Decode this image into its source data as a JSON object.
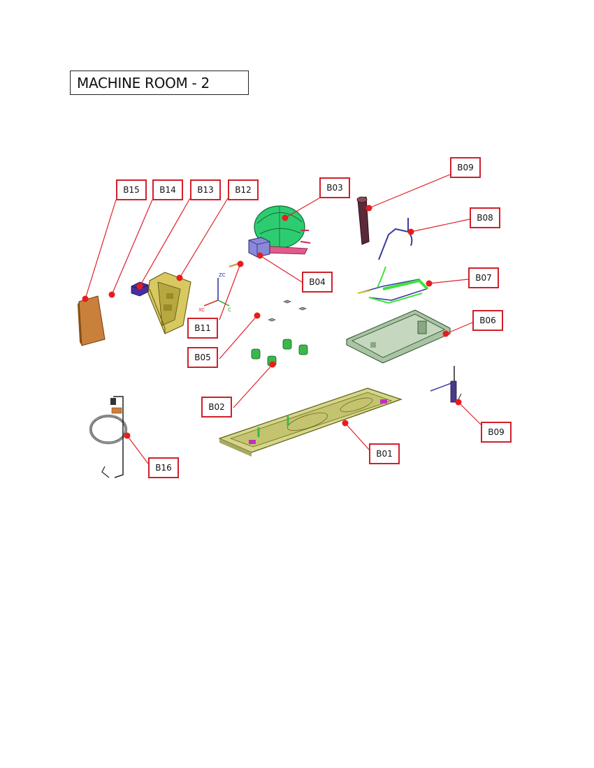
{
  "title": "MACHINE ROOM - 2",
  "colors": {
    "leader": "#e0202a",
    "box_border": "#d0202a",
    "compressor": "#2ecc71",
    "base_tray": "#d6d68a",
    "drain_tray": "#9fb89a",
    "plate": "#c9803a",
    "electrical_box": "#d8c860",
    "tube_blue": "#3a3aa0",
    "tube_green": "#3ee23e"
  },
  "callouts": [
    {
      "id": "b15",
      "label": "B15"
    },
    {
      "id": "b14",
      "label": "B14"
    },
    {
      "id": "b13",
      "label": "B13"
    },
    {
      "id": "b12",
      "label": "B12"
    },
    {
      "id": "b03",
      "label": "B03"
    },
    {
      "id": "b09a",
      "label": "B09"
    },
    {
      "id": "b08",
      "label": "B08"
    },
    {
      "id": "b04",
      "label": "B04"
    },
    {
      "id": "b07",
      "label": "B07"
    },
    {
      "id": "b06",
      "label": "B06"
    },
    {
      "id": "b11",
      "label": "B11"
    },
    {
      "id": "b05",
      "label": "B05"
    },
    {
      "id": "b02",
      "label": "B02"
    },
    {
      "id": "b09b",
      "label": "B09"
    },
    {
      "id": "b01",
      "label": "B01"
    },
    {
      "id": "b16",
      "label": "B16"
    }
  ],
  "axes": {
    "z_label": "ZC",
    "x_label": "XC",
    "y_label": "C"
  }
}
